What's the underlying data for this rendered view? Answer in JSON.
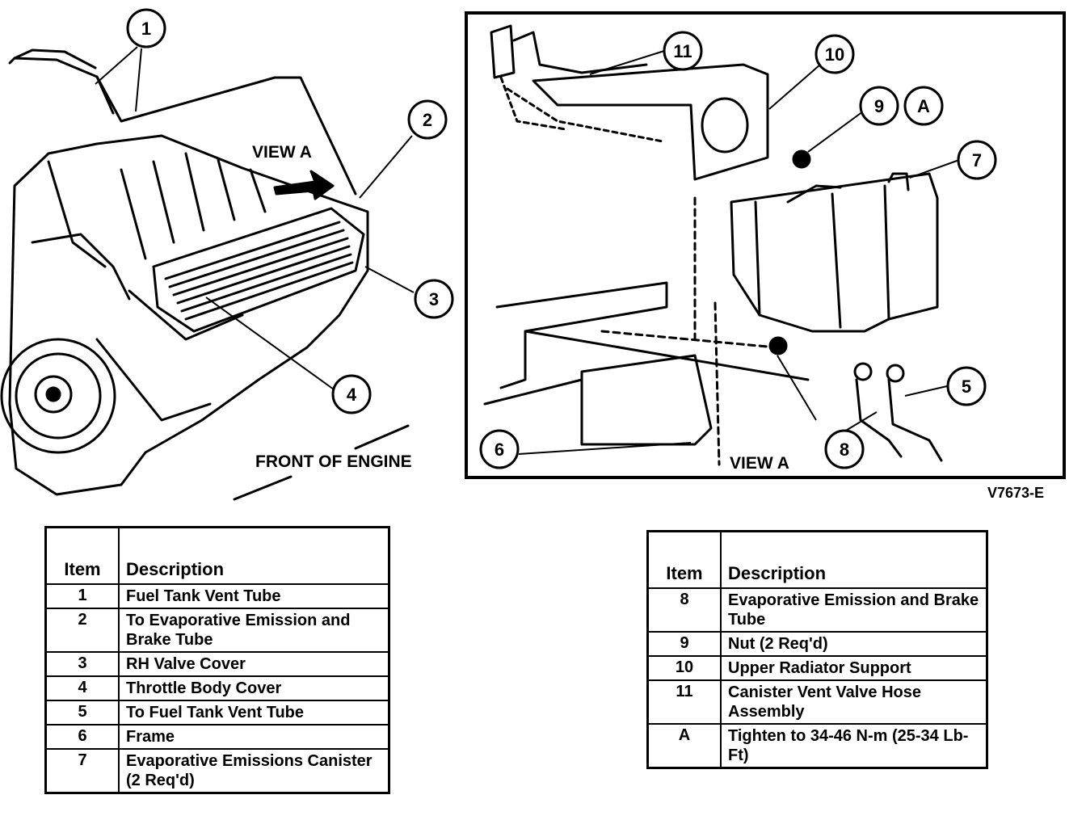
{
  "figure_id": "V7673-E",
  "left_view": {
    "view_label": "VIEW A",
    "front_label": "FRONT OF ENGINE",
    "callouts": [
      "1",
      "2",
      "3",
      "4"
    ]
  },
  "right_view": {
    "view_label": "VIEW A",
    "callouts": [
      "5",
      "6",
      "7",
      "8",
      "9",
      "10",
      "11",
      "A"
    ]
  },
  "legend_left": {
    "headers": {
      "item": "Item",
      "description": "Description"
    },
    "rows": [
      {
        "item": "1",
        "description": "Fuel Tank Vent Tube"
      },
      {
        "item": "2",
        "description": "To Evaporative Emission and Brake Tube"
      },
      {
        "item": "3",
        "description": "RH Valve Cover"
      },
      {
        "item": "4",
        "description": "Throttle Body Cover"
      },
      {
        "item": "5",
        "description": "To Fuel Tank Vent Tube"
      },
      {
        "item": "6",
        "description": "Frame"
      },
      {
        "item": "7",
        "description": "Evaporative Emissions Canister (2 Req'd)"
      }
    ]
  },
  "legend_right": {
    "headers": {
      "item": "Item",
      "description": "Description"
    },
    "rows": [
      {
        "item": "8",
        "description": "Evaporative Emission and Brake Tube"
      },
      {
        "item": "9",
        "description": "Nut (2 Req'd)"
      },
      {
        "item": "10",
        "description": "Upper Radiator Support"
      },
      {
        "item": "11",
        "description": "Canister Vent Valve Hose Assembly"
      },
      {
        "item": "A",
        "description": "Tighten to 34-46 N-m (25-34 Lb-Ft)"
      }
    ]
  }
}
